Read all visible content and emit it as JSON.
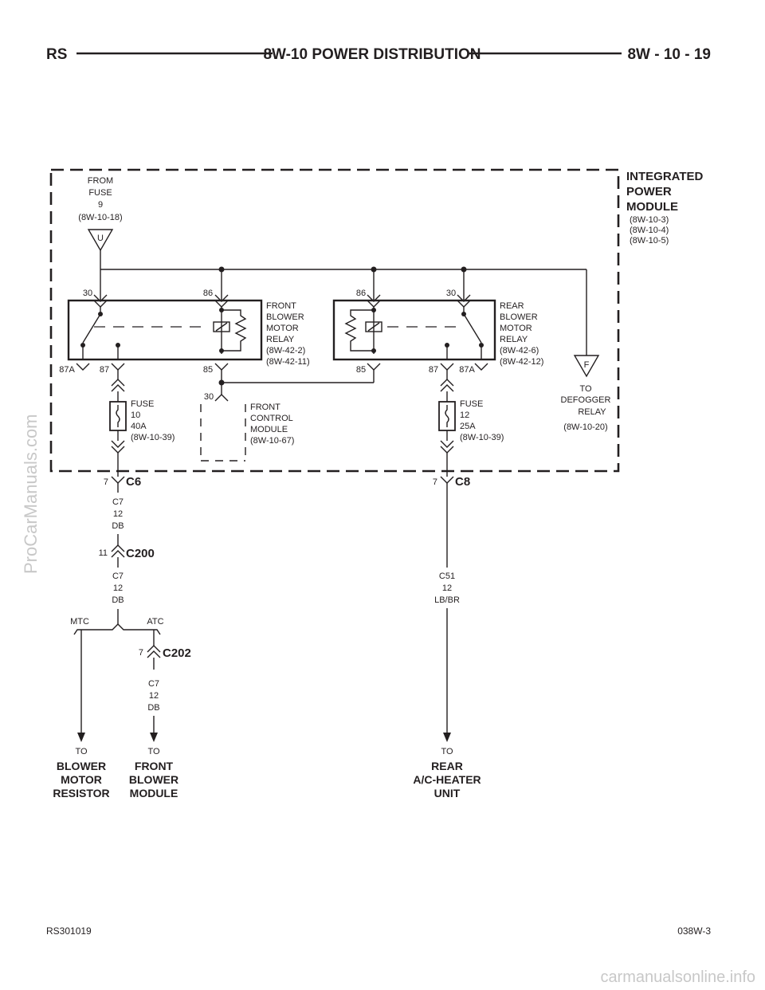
{
  "header": {
    "left": "RS",
    "title": "8W-10 POWER DISTRIBUTION",
    "page": "8W - 10 - 19"
  },
  "ipm": {
    "title_lines": [
      "INTEGRATED",
      "POWER",
      "MODULE"
    ],
    "refs": [
      "(8W-10-3)",
      "(8W-10-4)",
      "(8W-10-5)"
    ]
  },
  "from_fuse": {
    "lines": [
      "FROM",
      "FUSE",
      "9"
    ],
    "ref": "(8W-10-18)",
    "connector_letter": "U"
  },
  "front_relay": {
    "lines": [
      "FRONT",
      "BLOWER",
      "MOTOR",
      "RELAY",
      "(8W-42-2)",
      "(8W-42-11)"
    ],
    "pins": {
      "p30": "30",
      "p86": "86",
      "p87a": "87A",
      "p87": "87",
      "p85": "85"
    }
  },
  "rear_relay": {
    "lines": [
      "REAR",
      "BLOWER",
      "MOTOR",
      "RELAY",
      "(8W-42-6)",
      "(8W-42-12)"
    ],
    "pins": {
      "p86": "86",
      "p30": "30",
      "p85": "85",
      "p87": "87",
      "p87a": "87A"
    }
  },
  "defogger": {
    "connector_letter": "F",
    "lines": [
      "TO",
      "DEFOGGER",
      "RELAY"
    ],
    "ref": "(8W-10-20)"
  },
  "fuse10": {
    "lines": [
      "FUSE",
      "10",
      "40A",
      "(8W-10-39)"
    ]
  },
  "fuse12": {
    "lines": [
      "FUSE",
      "12",
      "25A",
      "(8W-10-39)"
    ]
  },
  "fcm": {
    "pin": "30",
    "lines": [
      "FRONT",
      "CONTROL",
      "MODULE",
      "(8W-10-67)"
    ]
  },
  "connectors": {
    "c6": {
      "pin": "7",
      "name": "C6"
    },
    "c8": {
      "pin": "7",
      "name": "C8"
    },
    "c200": {
      "pin": "11",
      "name": "C200"
    },
    "c202": {
      "pin": "7",
      "name": "C202"
    }
  },
  "wires": {
    "left_upper": [
      "C7",
      "12",
      "DB"
    ],
    "left_lower": [
      "C7",
      "12",
      "DB"
    ],
    "atc_branch": [
      "C7",
      "12",
      "DB"
    ],
    "right": [
      "C51",
      "12",
      "LB/BR"
    ]
  },
  "split": {
    "mtc": "MTC",
    "atc": "ATC"
  },
  "destinations": {
    "blower_resistor": {
      "to": "TO",
      "lines": [
        "BLOWER",
        "MOTOR",
        "RESISTOR"
      ]
    },
    "front_blower": {
      "to": "TO",
      "lines": [
        "FRONT",
        "BLOWER",
        "MODULE"
      ]
    },
    "rear_hvac": {
      "to": "TO",
      "lines": [
        "REAR",
        "A/C-HEATER",
        "UNIT"
      ]
    }
  },
  "footer": {
    "left": "RS301019",
    "right": "038W-3"
  },
  "watermarks": {
    "side": "ProCarManuals.com",
    "bottom": "carmanualsonline.info"
  },
  "colors": {
    "ink": "#231f20",
    "watermark": "#c8c8c8",
    "background": "#ffffff"
  }
}
